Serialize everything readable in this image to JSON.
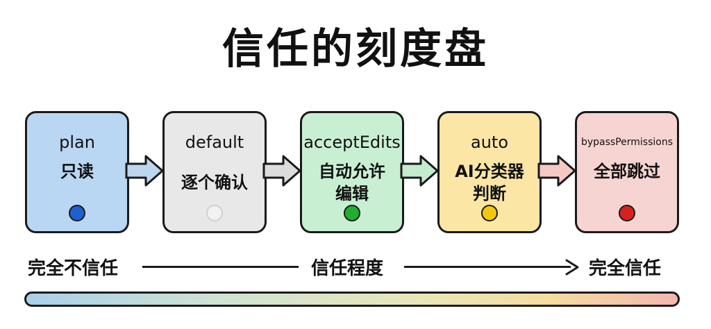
{
  "title": "信任的刻度盘",
  "modes": [
    {
      "name": "plan",
      "desc": "只读",
      "card_color": "#b9d7f2",
      "dot_color": "#1f5fd0"
    },
    {
      "name": "default",
      "desc": "逐个确认",
      "card_color": "#e8e8e8",
      "dot_color": "#eeeeee"
    },
    {
      "name": "acceptEdits",
      "desc_line1": "自动允许",
      "desc_line2": "编辑",
      "card_color": "#c9efd3",
      "dot_color": "#1fae2f"
    },
    {
      "name": "auto",
      "desc_line1": "AI分类器",
      "desc_line2": "判断",
      "card_color": "#fbe6a6",
      "dot_color": "#f2c80c"
    },
    {
      "name": "bypassPermissions",
      "desc": "全部跳过",
      "card_color": "#f6d4d1",
      "dot_color": "#d92020"
    }
  ],
  "scale": {
    "left": "完全不信任",
    "middle": "信任程度",
    "right": "完全信任"
  },
  "arrow_colors": [
    "#bcd6ef",
    "#dcdcdc",
    "#c5ebcf",
    "#f6c8c2"
  ]
}
